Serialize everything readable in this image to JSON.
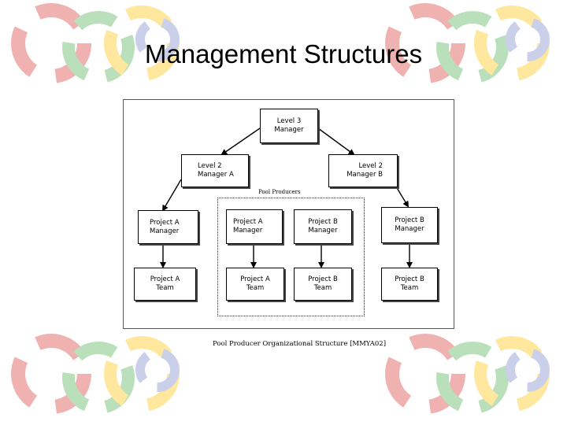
{
  "slide": {
    "title": "Management Structures"
  },
  "diagram": {
    "level3": {
      "line1": "Level 3",
      "line2": "Manager"
    },
    "level2_a": {
      "line1": "Level 2",
      "line2": "Manager A"
    },
    "level2_b": {
      "line1": "Level 2",
      "line2": "Manager B"
    },
    "pool_label": "Pool Producers",
    "project_a_manager_left": {
      "line1": "Project A",
      "line2": "Manager"
    },
    "project_a_team_left": {
      "line1": "Project A",
      "line2": "Team"
    },
    "project_a_manager_pool": {
      "line1": "Project A",
      "line2": "Manager"
    },
    "project_a_team_pool": {
      "line1": "Project A",
      "line2": "Team"
    },
    "project_b_manager_pool": {
      "line1": "Project B",
      "line2": "Manager"
    },
    "project_b_team_pool": {
      "line1": "Project B",
      "line2": "Team"
    },
    "project_b_manager_right": {
      "line1": "Project B",
      "line2": "Manager"
    },
    "project_b_team_right": {
      "line1": "Project B",
      "line2": "Team"
    },
    "caption": "Pool Producer Organizational Structure [MMYA02]"
  },
  "background": {
    "logo_colors": [
      "#c62828",
      "#2e7d32",
      "#f9a825",
      "#3f51b5"
    ]
  }
}
